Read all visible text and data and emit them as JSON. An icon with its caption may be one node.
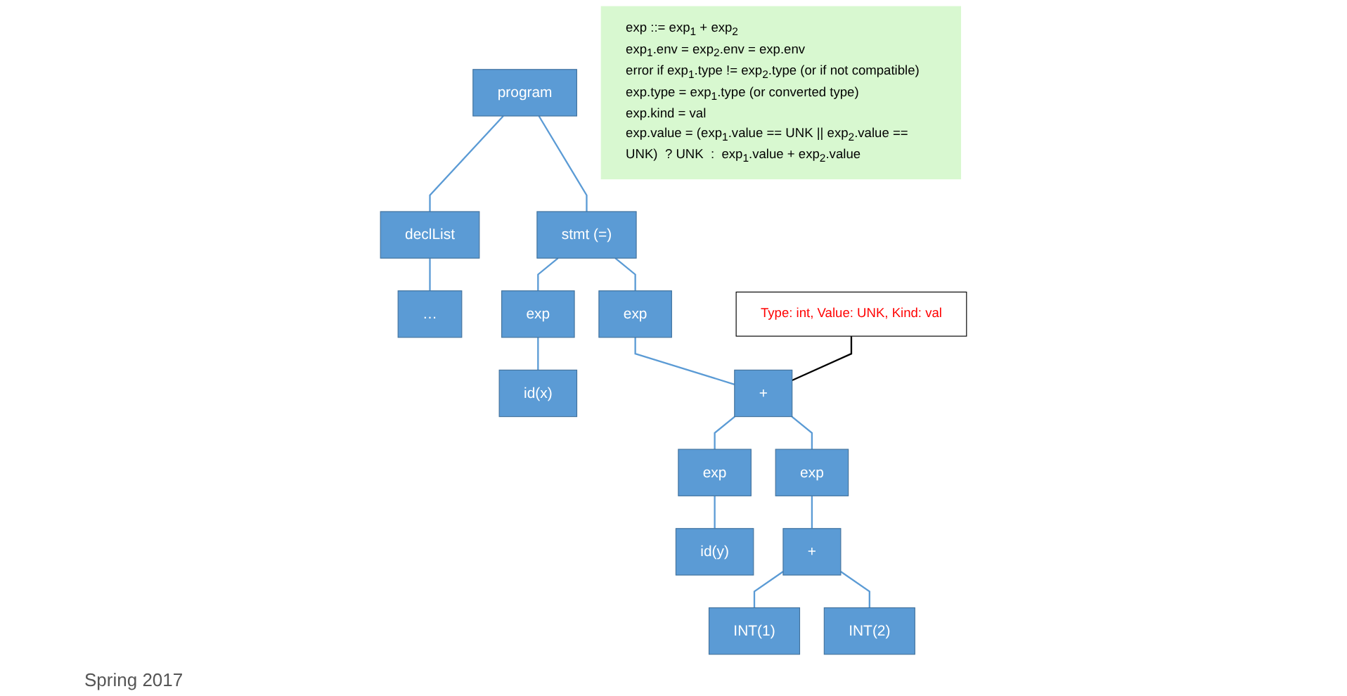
{
  "diagram": {
    "nodes": [
      {
        "text": [
          "program"
        ]
      },
      {
        "text": [
          "declList"
        ]
      },
      {
        "text": [
          "stmt (=)"
        ]
      },
      {
        "text": [
          "…"
        ]
      },
      {
        "text": [
          "exp"
        ]
      },
      {
        "text": [
          "exp"
        ]
      },
      {
        "text": [
          "id(x)"
        ]
      },
      {
        "text": [
          "+"
        ]
      },
      {
        "text": [
          "exp"
        ]
      },
      {
        "text": [
          "exp"
        ]
      },
      {
        "text": [
          "id(y)"
        ]
      },
      {
        "text": [
          "+"
        ]
      },
      {
        "text": [
          "INT(1)"
        ]
      },
      {
        "text": [
          "INT(2)"
        ]
      },
      {
        "text": [
          "Type: int, Value: UNK, Kind: val"
        ]
      },
      {
        "text": [
          "exp ::= exp$_{1}$ + exp$_{2}$",
          "exp$_{1}$.env = exp$_{2}$.env = exp.env",
          "error if exp$_{1}$.type != exp$_{2}$.type (or if not compatible)",
          "exp.type = exp$_{1}$.type (or converted type)",
          "exp.kind = val",
          "exp.value = (exp$_{1}$.value == UNK || exp$_{2}$.value == UNK)  ? UNK  :  exp$_{1}$.value + exp$_{2}$.value"
        ]
      }
    ],
    "edges": [
      {
        "from": 0,
        "to": 1,
        "arrow": "none"
      },
      {
        "from": 0,
        "to": 2,
        "arrow": "none"
      },
      {
        "from": 1,
        "to": 3,
        "arrow": "none"
      },
      {
        "from": 2,
        "to": 4,
        "arrow": "none"
      },
      {
        "from": 2,
        "to": 5,
        "arrow": "none"
      },
      {
        "from": 4,
        "to": 6,
        "arrow": "none"
      },
      {
        "from": 5,
        "to": 7,
        "arrow": "none"
      },
      {
        "from": 7,
        "to": 8,
        "arrow": "none"
      },
      {
        "from": 7,
        "to": 9,
        "arrow": "none"
      },
      {
        "from": 8,
        "to": 10,
        "arrow": "none"
      },
      {
        "from": 9,
        "to": 11,
        "arrow": "none"
      },
      {
        "from": 11,
        "to": 12,
        "arrow": "none"
      },
      {
        "from": 11,
        "to": 13,
        "arrow": "none"
      },
      {
        "from": 14,
        "to": 7,
        "arrow": "none",
        "color": "#000000"
      }
    ],
    "labels": [
      "Spring 2017"
    ]
  }
}
